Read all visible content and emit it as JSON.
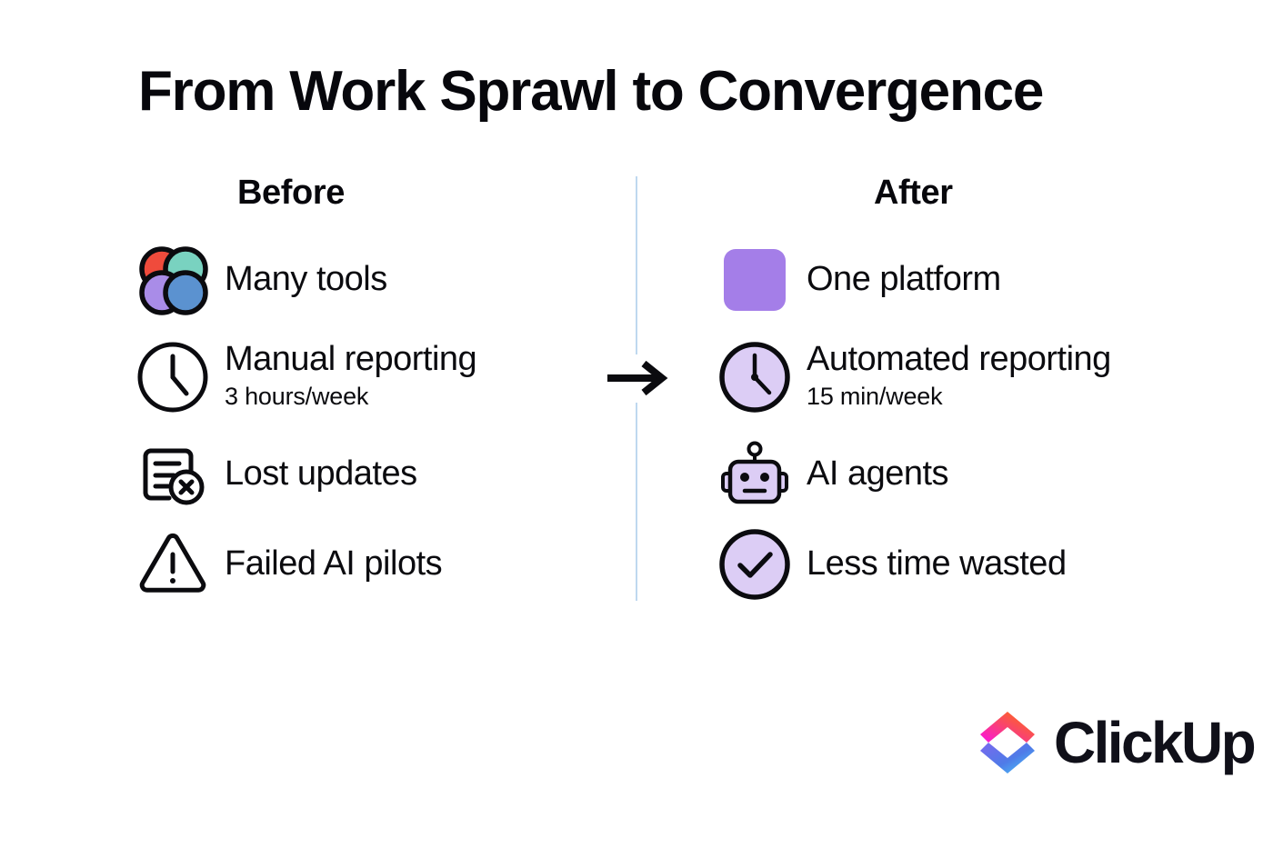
{
  "title": "From Work Sprawl to Convergence",
  "columns": {
    "before": {
      "heading": "Before",
      "rows": [
        {
          "icon": "four-circles-icon",
          "label": "Many tools",
          "sub": ""
        },
        {
          "icon": "clock-outline-icon",
          "label": "Manual reporting",
          "sub": "3 hours/week"
        },
        {
          "icon": "document-error-icon",
          "label": "Lost updates",
          "sub": ""
        },
        {
          "icon": "warning-triangle-icon",
          "label": "Failed AI pilots",
          "sub": ""
        }
      ]
    },
    "after": {
      "heading": "After",
      "rows": [
        {
          "icon": "purple-square-icon",
          "label": "One platform",
          "sub": ""
        },
        {
          "icon": "clock-filled-icon",
          "label": "Automated reporting",
          "sub": "15 min/week"
        },
        {
          "icon": "robot-icon",
          "label": "AI agents",
          "sub": ""
        },
        {
          "icon": "check-circle-icon",
          "label": "Less time wasted",
          "sub": ""
        }
      ]
    }
  },
  "divider": {
    "arrow_icon": "arrow-right-icon",
    "line_color": "#bfd8ef"
  },
  "brand": {
    "name": "ClickUp",
    "mark_icon": "clickup-logo-icon",
    "colors": {
      "pink": "#FA12E3",
      "orange": "#FF7402",
      "purple": "#7B68EE",
      "blue": "#49CCF9"
    }
  },
  "palette": {
    "background": "#ffffff",
    "text": "#0b0b0f",
    "tool_red": "#EF4B3C",
    "tool_teal": "#79D2C0",
    "tool_purple": "#A98CE8",
    "tool_blue": "#5B92D0",
    "accent_purple": "#A47EE8",
    "accent_purple_light": "#DCCDF5"
  }
}
